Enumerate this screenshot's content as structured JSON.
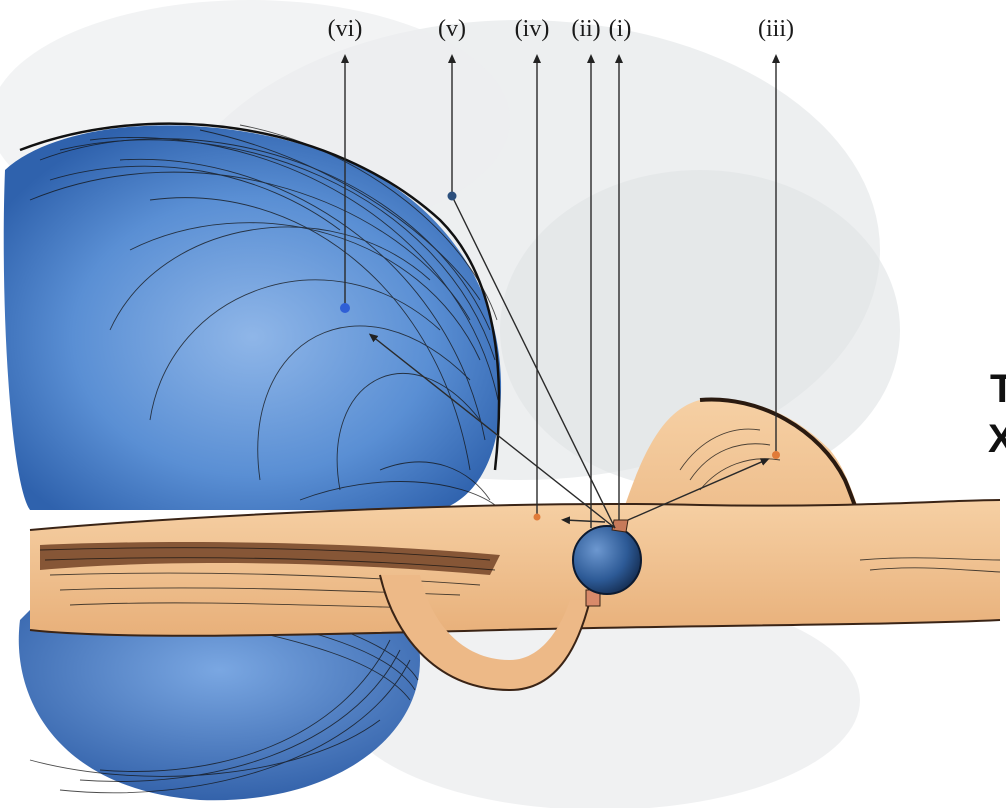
{
  "labels": [
    {
      "id": "vi",
      "text": "(vi)",
      "color": "#2f5fd6"
    },
    {
      "id": "v",
      "text": "(v)",
      "color": "#2c4f7d"
    },
    {
      "id": "iv",
      "text": "(iv)",
      "color": "#e07b39"
    },
    {
      "id": "ii",
      "text": "(ii)",
      "color": "#c77a5a"
    },
    {
      "id": "i",
      "text": "(i)",
      "color": "#c77a5a"
    },
    {
      "id": "iii",
      "text": "(iii)",
      "color": "#e07b39"
    }
  ],
  "edge_text": {
    "line1": "T",
    "line2": "X"
  },
  "colors": {
    "blue_lobe": "#5a8fd4",
    "blue_lobe_dark": "#3a6fb8",
    "disk_tan": "#f2c28f",
    "disk_shadow": "#7a4a2c",
    "sphere": "#2d5a96",
    "background_smudge": "#d8dce0"
  }
}
